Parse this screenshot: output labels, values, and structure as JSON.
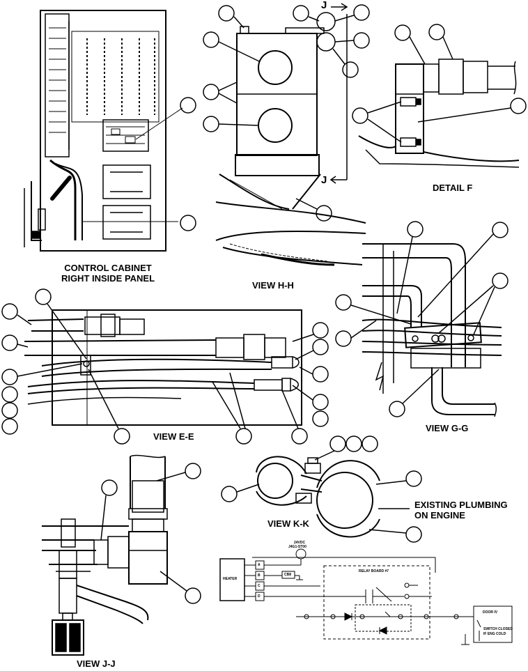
{
  "views": {
    "control_cabinet": {
      "line1": "CONTROL CABINET",
      "line2": "RIGHT INSIDE PANEL"
    },
    "view_hh": {
      "title": "VIEW H-H",
      "section_mark": "J"
    },
    "detail_f": {
      "title": "DETAIL F"
    },
    "view_gg": {
      "title": "VIEW G-G"
    },
    "view_ee": {
      "title": "VIEW E-E"
    },
    "view_kk": {
      "title": "VIEW K-K",
      "note_line1": "EXISTING PLUMBING",
      "note_line2": "ON ENGINE"
    },
    "view_jj": {
      "title": "VIEW J-J"
    }
  },
  "schematic": {
    "heater_label": "HEATER",
    "pins": [
      "A",
      "B",
      "C",
      "D"
    ],
    "supply_label_1": "24VDC",
    "supply_label_2": "J4G1-ST00",
    "fuse_label": "CB8",
    "relay_board_label": "RELAY BOARD #7",
    "door_box_label": "DOOR IV",
    "switch_note_1": "SWITCH CLOSED",
    "switch_note_2": "IF ENG COLD"
  },
  "colors": {
    "line": "#000000",
    "background": "#ffffff"
  }
}
